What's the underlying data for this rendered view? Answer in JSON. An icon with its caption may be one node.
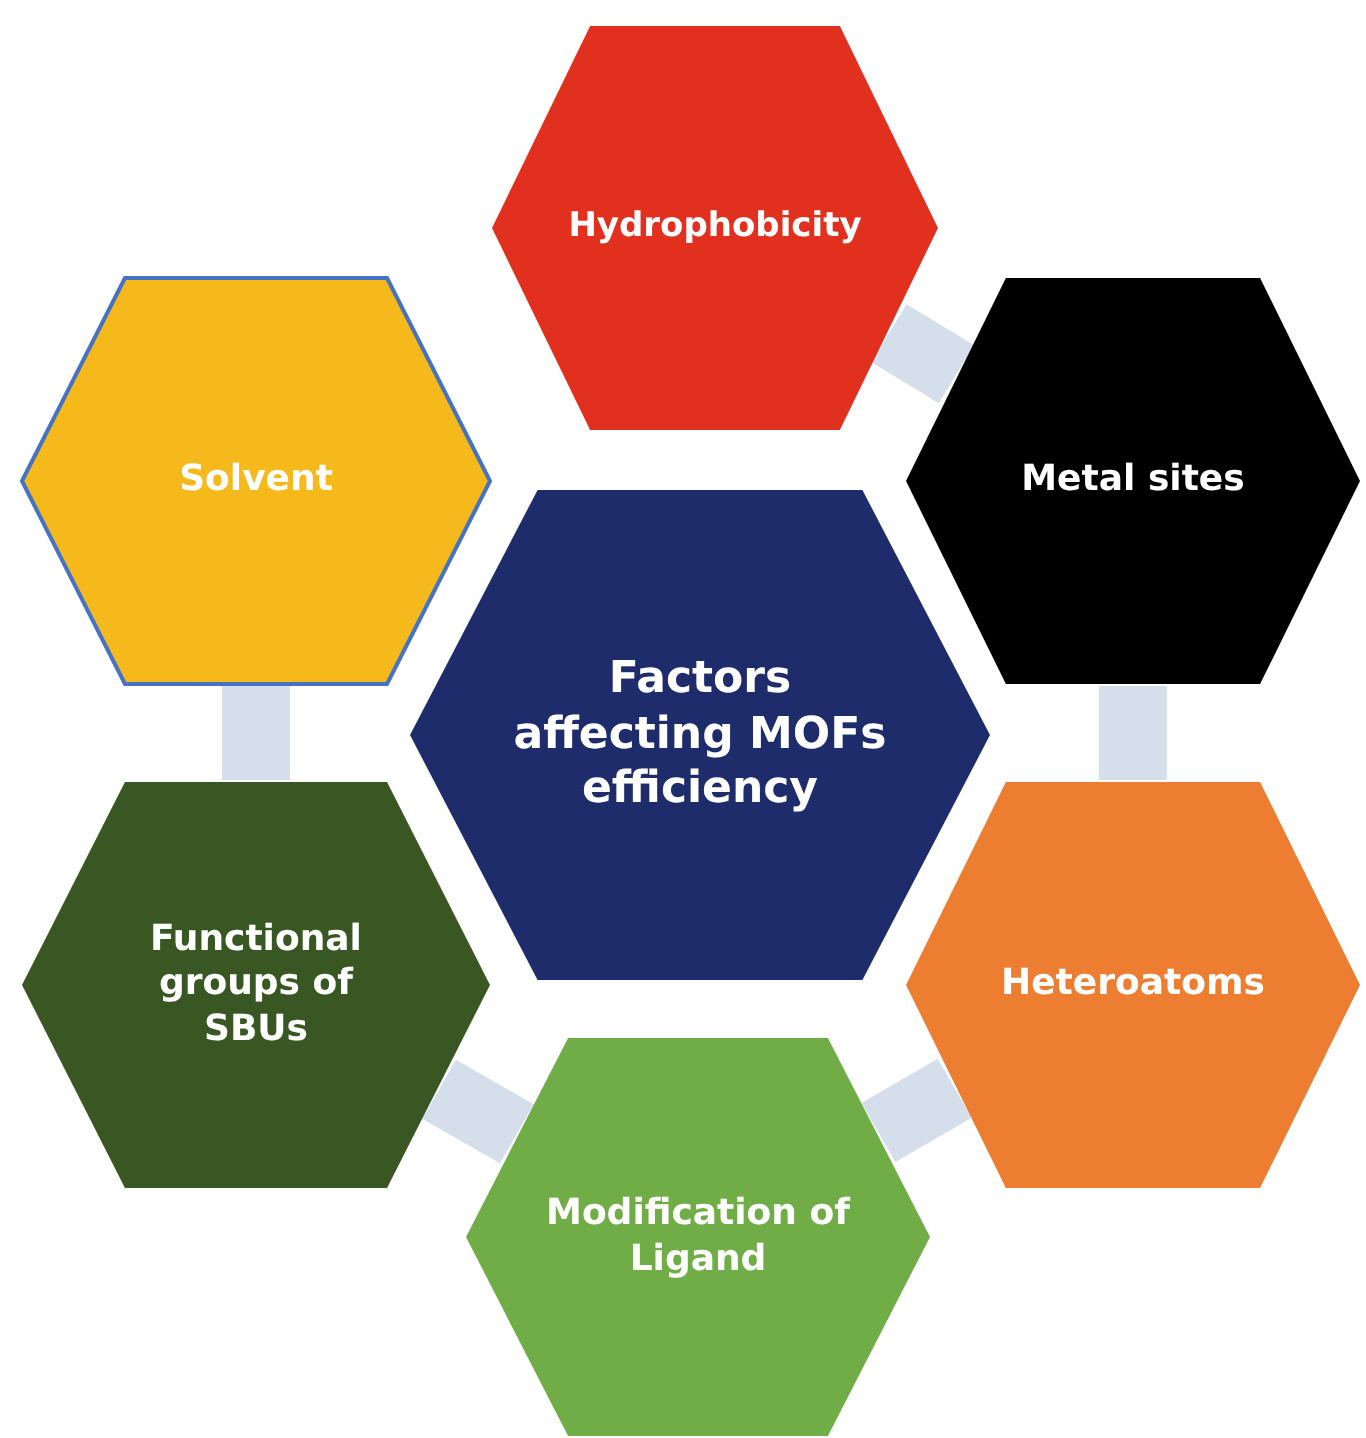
{
  "diagram": {
    "nodes": [
      {
        "text": [
          "Hydrophobicity"
        ]
      },
      {
        "text": [
          "Solvent"
        ]
      },
      {
        "text": [
          "Metal sites"
        ]
      },
      {
        "text": [
          "Factors affecting MOFs efficiency"
        ]
      },
      {
        "text": [
          "Functional groups of SBUs"
        ]
      },
      {
        "text": [
          "Heteroatoms"
        ]
      },
      {
        "text": [
          "Modification of Ligand"
        ]
      }
    ],
    "edges": [
      {
        "from": 0,
        "to": 2,
        "arrow": "none"
      },
      {
        "from": 2,
        "to": 5,
        "arrow": "none"
      },
      {
        "from": 5,
        "to": 6,
        "arrow": "none"
      },
      {
        "from": 6,
        "to": 4,
        "arrow": "none"
      },
      {
        "from": 4,
        "to": 1,
        "arrow": "none"
      }
    ]
  }
}
